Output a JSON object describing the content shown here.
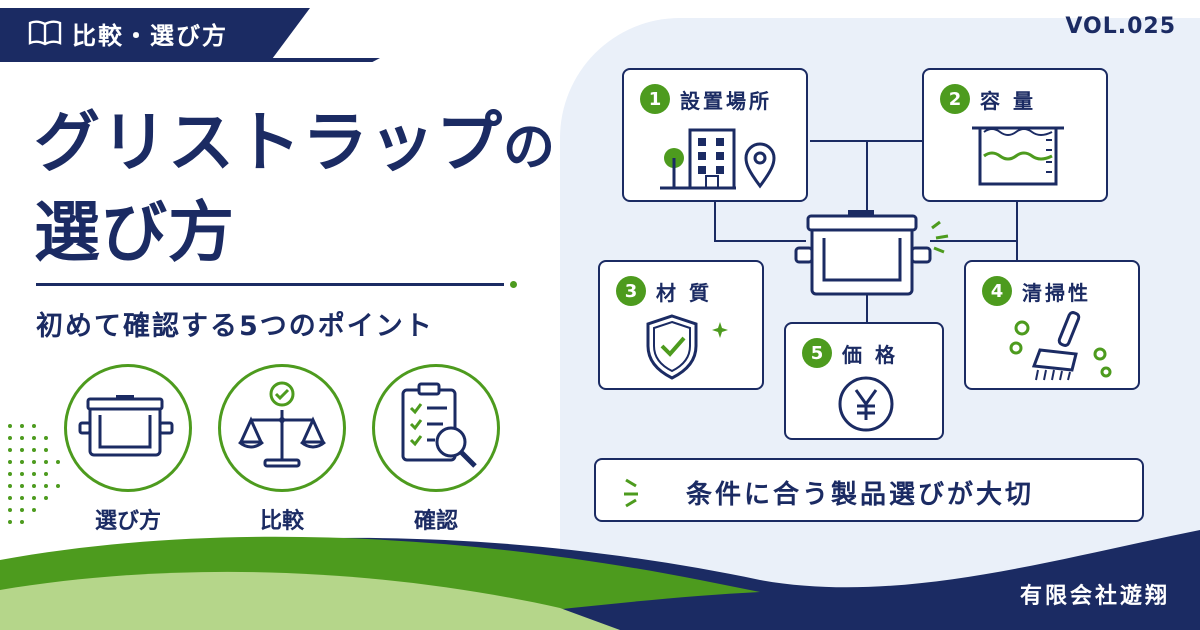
{
  "header": {
    "tag_label": "比較・選び方",
    "volume": "VOL.025"
  },
  "hero": {
    "title_line1": "グリストラップ",
    "title_line1_suffix": "の",
    "title_line2": "選び方",
    "subtitle": "初めて確認する5つのポイント"
  },
  "features": [
    {
      "label": "選び方",
      "icon": "grease-trap-icon"
    },
    {
      "label": "比較",
      "icon": "balance-scale-icon"
    },
    {
      "label": "確認",
      "icon": "checklist-search-icon"
    }
  ],
  "points": [
    {
      "number": "1",
      "label": "設置場所",
      "icon": "building-location-icon"
    },
    {
      "number": "2",
      "label": "容 量",
      "icon": "tank-water-level-icon"
    },
    {
      "number": "3",
      "label": "材 質",
      "icon": "shield-check-icon"
    },
    {
      "number": "4",
      "label": "清掃性",
      "icon": "brush-icon"
    },
    {
      "number": "5",
      "label": "価 格",
      "icon": "yen-icon"
    }
  ],
  "banner": {
    "text": "条件に合う製品選びが大切"
  },
  "footer": {
    "company": "有限会社遊翔"
  },
  "colors": {
    "navy": "#1b2b63",
    "green": "#4d9b1e",
    "light_green": "#b5d68a",
    "panel_bg": "#eaf0f9"
  }
}
